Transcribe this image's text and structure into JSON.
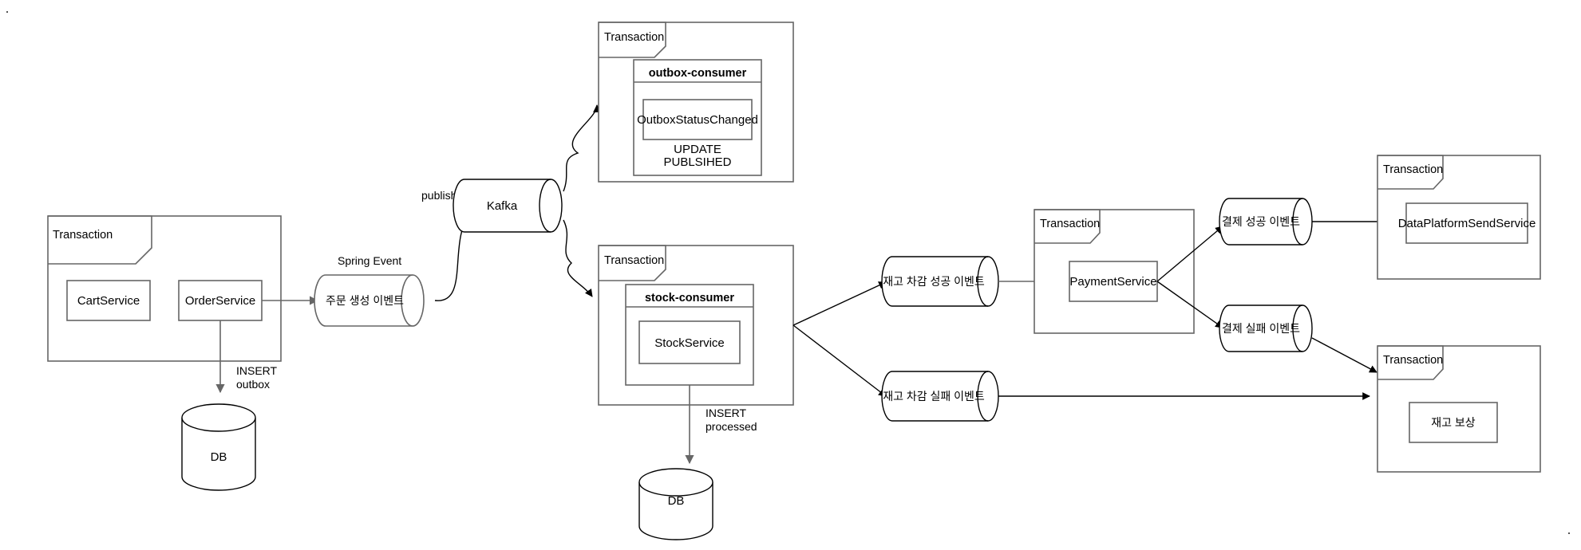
{
  "diagram": {
    "title": "Transactional Outbox / Saga event flow",
    "colors": {
      "stroke": "#000000",
      "stroke_gray": "#666666",
      "background": "#ffffff"
    },
    "frames": [
      {
        "id": "order-frame",
        "label": "Transaction"
      },
      {
        "id": "outbox-consumer-frame",
        "label": "Transaction"
      },
      {
        "id": "stock-consumer-frame",
        "label": "Transaction"
      },
      {
        "id": "payment-frame",
        "label": "Transaction"
      },
      {
        "id": "dataplatform-frame",
        "label": "Transaction"
      },
      {
        "id": "compensation-frame",
        "label": "Transaction"
      }
    ],
    "services": {
      "cart": "CartService",
      "order": "OrderService",
      "outbox_consumer": "outbox-consumer",
      "outbox_status_changed": "OutboxStatusChanged",
      "outbox_action": "UPDATE\nPUBLSIHED",
      "outbox_action_line1": "UPDATE",
      "outbox_action_line2": "PUBLSIHED",
      "stock_consumer": "stock-consumer",
      "stock_service": "StockService",
      "payment": "PaymentService",
      "dataplatform": "DataPlatformSendService",
      "compensation": "재고 보상"
    },
    "queues": {
      "order_created_event": "주문 생성 이벤트",
      "kafka": "Kafka",
      "stock_success_event": "재고 차감 성공 이벤트",
      "stock_fail_event": "재고 차감 실패 이벤트",
      "payment_success_event": "결제 성공 이벤트",
      "payment_fail_event": "결제 실패 이벤트"
    },
    "databases": [
      {
        "id": "order-db",
        "label": "DB"
      },
      {
        "id": "stock-db",
        "label": "DB"
      }
    ],
    "edge_labels": {
      "spring_event": "Spring Event",
      "publish": "publish",
      "insert_outbox_line1": "INSERT",
      "insert_outbox_line2": "outbox",
      "insert_processed_line1": "INSERT",
      "insert_processed_line2": "processed"
    }
  }
}
